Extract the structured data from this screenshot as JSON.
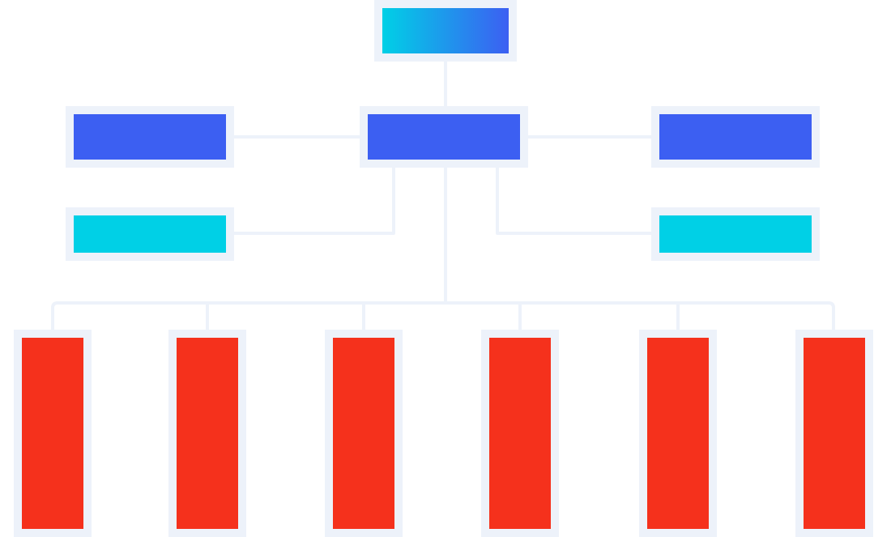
{
  "colors": {
    "background": "#ffffff",
    "frame": "#edf2fa",
    "connector": "#edf2fa",
    "root_gradient_start": "#00d0e6",
    "root_gradient_end": "#3c5ff2",
    "level2": "#3c5ff2",
    "level3": "#00d0e6",
    "leaf": "#f5311c"
  },
  "diagram": {
    "type": "org-chart",
    "nodes": [
      {
        "id": "root",
        "level": "root",
        "label": ""
      },
      {
        "id": "center",
        "level": "level2",
        "label": ""
      },
      {
        "id": "left-branch",
        "level": "level2",
        "label": ""
      },
      {
        "id": "right-branch",
        "level": "level2",
        "label": ""
      },
      {
        "id": "left-sub",
        "level": "level3",
        "label": ""
      },
      {
        "id": "right-sub",
        "level": "level3",
        "label": ""
      },
      {
        "id": "leaf-1",
        "level": "leaf",
        "label": ""
      },
      {
        "id": "leaf-2",
        "level": "leaf",
        "label": ""
      },
      {
        "id": "leaf-3",
        "level": "leaf",
        "label": ""
      },
      {
        "id": "leaf-4",
        "level": "leaf",
        "label": ""
      },
      {
        "id": "leaf-5",
        "level": "leaf",
        "label": ""
      },
      {
        "id": "leaf-6",
        "level": "leaf",
        "label": ""
      }
    ],
    "edges": [
      {
        "from": "root",
        "to": "center"
      },
      {
        "from": "center",
        "to": "left-branch"
      },
      {
        "from": "center",
        "to": "right-branch"
      },
      {
        "from": "center",
        "to": "left-sub"
      },
      {
        "from": "center",
        "to": "right-sub"
      },
      {
        "from": "center",
        "to": "leaf-1"
      },
      {
        "from": "center",
        "to": "leaf-2"
      },
      {
        "from": "center",
        "to": "leaf-3"
      },
      {
        "from": "center",
        "to": "leaf-4"
      },
      {
        "from": "center",
        "to": "leaf-5"
      },
      {
        "from": "center",
        "to": "leaf-6"
      }
    ]
  }
}
